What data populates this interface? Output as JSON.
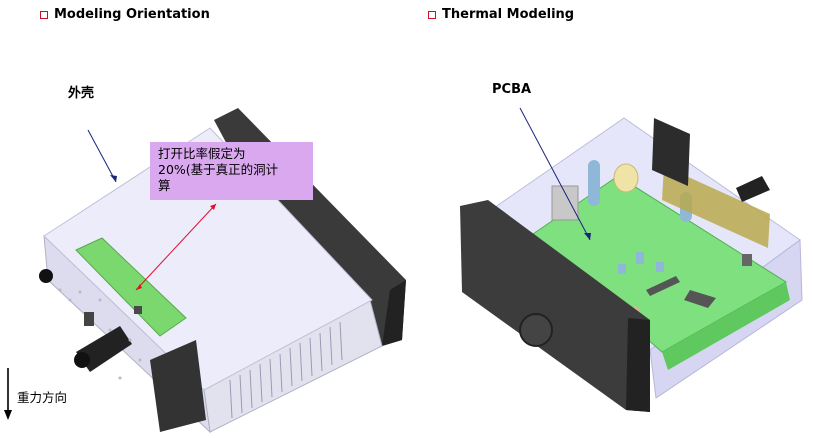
{
  "left_panel": {
    "heading": "Modeling Orientation",
    "shell_label": "外壳",
    "callout_lines": [
      "打开比率假定为",
      "20%(基于真正的洞计",
      "算"
    ],
    "gravity_label": "重力方向"
  },
  "right_panel": {
    "heading": "Thermal Modeling",
    "pcba_label": "PCBA"
  },
  "colors": {
    "bullet": "#c8102e",
    "callout_bg": "#d9a8ef",
    "pcb_green": "#7ee07e",
    "enclosure": "#e8e8f8",
    "bezel": "#3c3c3c",
    "arrow_navy": "#1a237e",
    "arrow_red": "#e0102a"
  }
}
